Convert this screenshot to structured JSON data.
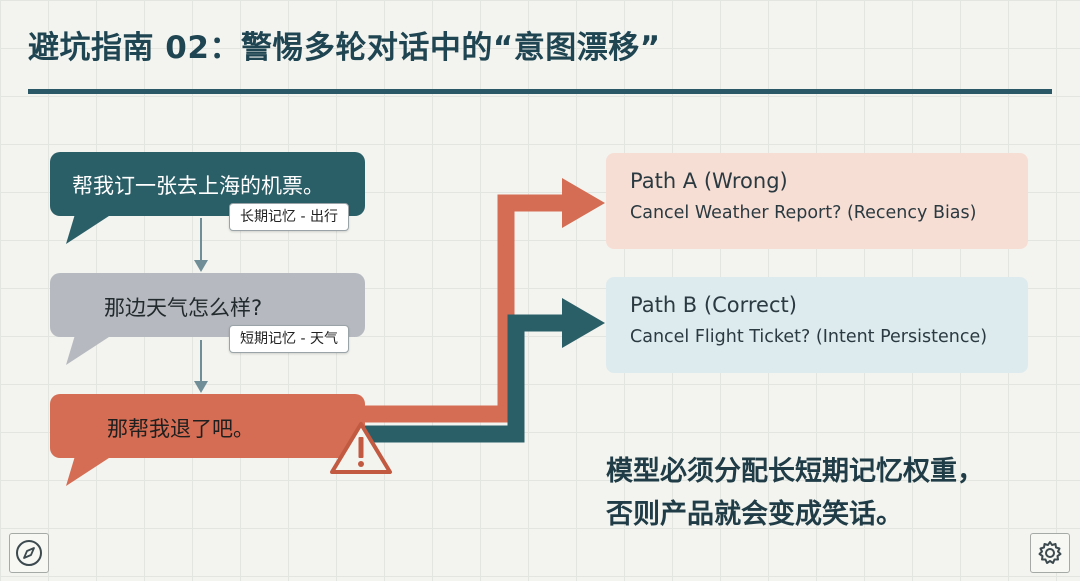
{
  "title": "避坑指南 02：警惕多轮对话中的“意图漂移”",
  "colors": {
    "teal": "#2b5f68",
    "gray_bubble": "#b6bac0",
    "orange": "#d46d53",
    "path_a_bg": "#f7ded5",
    "path_b_bg": "#deebee",
    "title_color": "#1f4552"
  },
  "dialogue": [
    {
      "text": "帮我订一张去上海的机票。",
      "tag": "长期记忆 - 出行"
    },
    {
      "text": "那边天气怎么样?",
      "tag": "短期记忆 - 天气"
    },
    {
      "text": "那帮我退了吧。"
    }
  ],
  "paths": {
    "a": {
      "title": "Path A (Wrong)",
      "subtitle": "Cancel Weather Report? (Recency Bias)"
    },
    "b": {
      "title": "Path B (Correct)",
      "subtitle": "Cancel Flight Ticket? (Intent Persistence)"
    }
  },
  "conclusion": {
    "line1": "模型必须分配长短期记忆权重，",
    "line2": "否则产品就会变成笑话。"
  },
  "icons": {
    "warning": "warning-triangle-icon",
    "compass": "compass-icon",
    "settings": "gear-icon"
  }
}
